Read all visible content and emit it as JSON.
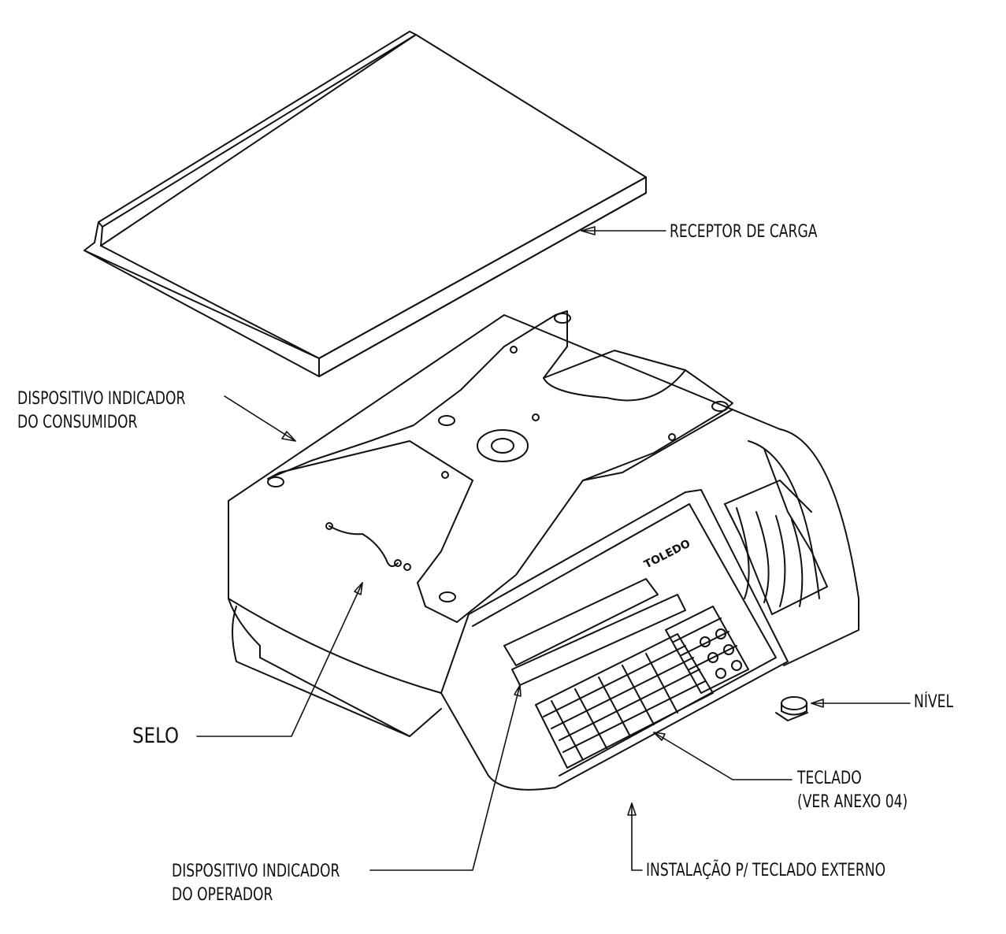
{
  "labels": {
    "receptor": "RECEPTOR DE CARGA",
    "consumidor_l1": "DISPOSITIVO INDICADOR",
    "consumidor_l2": "DO CONSUMIDOR",
    "nivel": "NÍVEL",
    "selo": "SELO",
    "teclado_l1": "TECLADO",
    "teclado_l2": "(VER ANEXO 04)",
    "operador_l1": "DISPOSITIVO INDICADOR",
    "operador_l2": "DO OPERADOR",
    "instalacao": "INSTALAÇÃO P/ TECLADO EXTERNO"
  },
  "brand": "TOLEDO",
  "colors": {
    "line": "#111111",
    "paper": "#ffffff"
  }
}
